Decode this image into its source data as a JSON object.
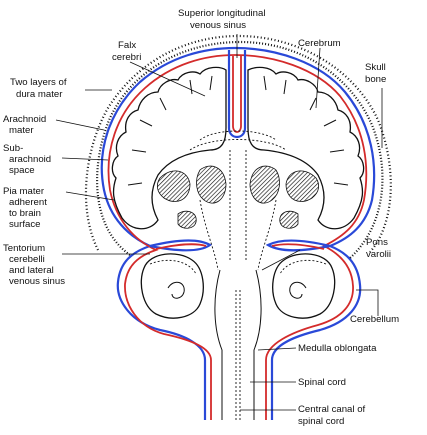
{
  "colors": {
    "dura_mater": "#2a49d8",
    "arachnoid": "#d42b2b",
    "outline": "#111111"
  },
  "labels": {
    "superior_longitudinal_1": "Superior longitudinal",
    "superior_longitudinal_2": "venous sinus",
    "falx_1": "Falx",
    "falx_2": "cerebri",
    "cerebrum": "Cerebrum",
    "skull_1": "Skull",
    "skull_2": "bone",
    "dura_1": "Two layers of",
    "dura_2": "dura mater",
    "arachnoid_1": "Arachnoid",
    "arachnoid_2": "mater",
    "subarachnoid_1": "Sub-",
    "subarachnoid_2": "arachnoid",
    "subarachnoid_3": "space",
    "pia_1": "Pia mater",
    "pia_2": "adherent",
    "pia_3": "to brain",
    "pia_4": "surface",
    "tentorium_1": "Tentorium",
    "tentorium_2": "cerebelli",
    "tentorium_3": "and lateral",
    "tentorium_4": "venous sinus",
    "pons_1": "Pons",
    "pons_2": "varolii",
    "cerebellum": "Cerebellum",
    "medulla": "Medulla oblongata",
    "spinal_cord": "Spinal cord",
    "central_canal_1": "Central canal of",
    "central_canal_2": "spinal cord"
  }
}
